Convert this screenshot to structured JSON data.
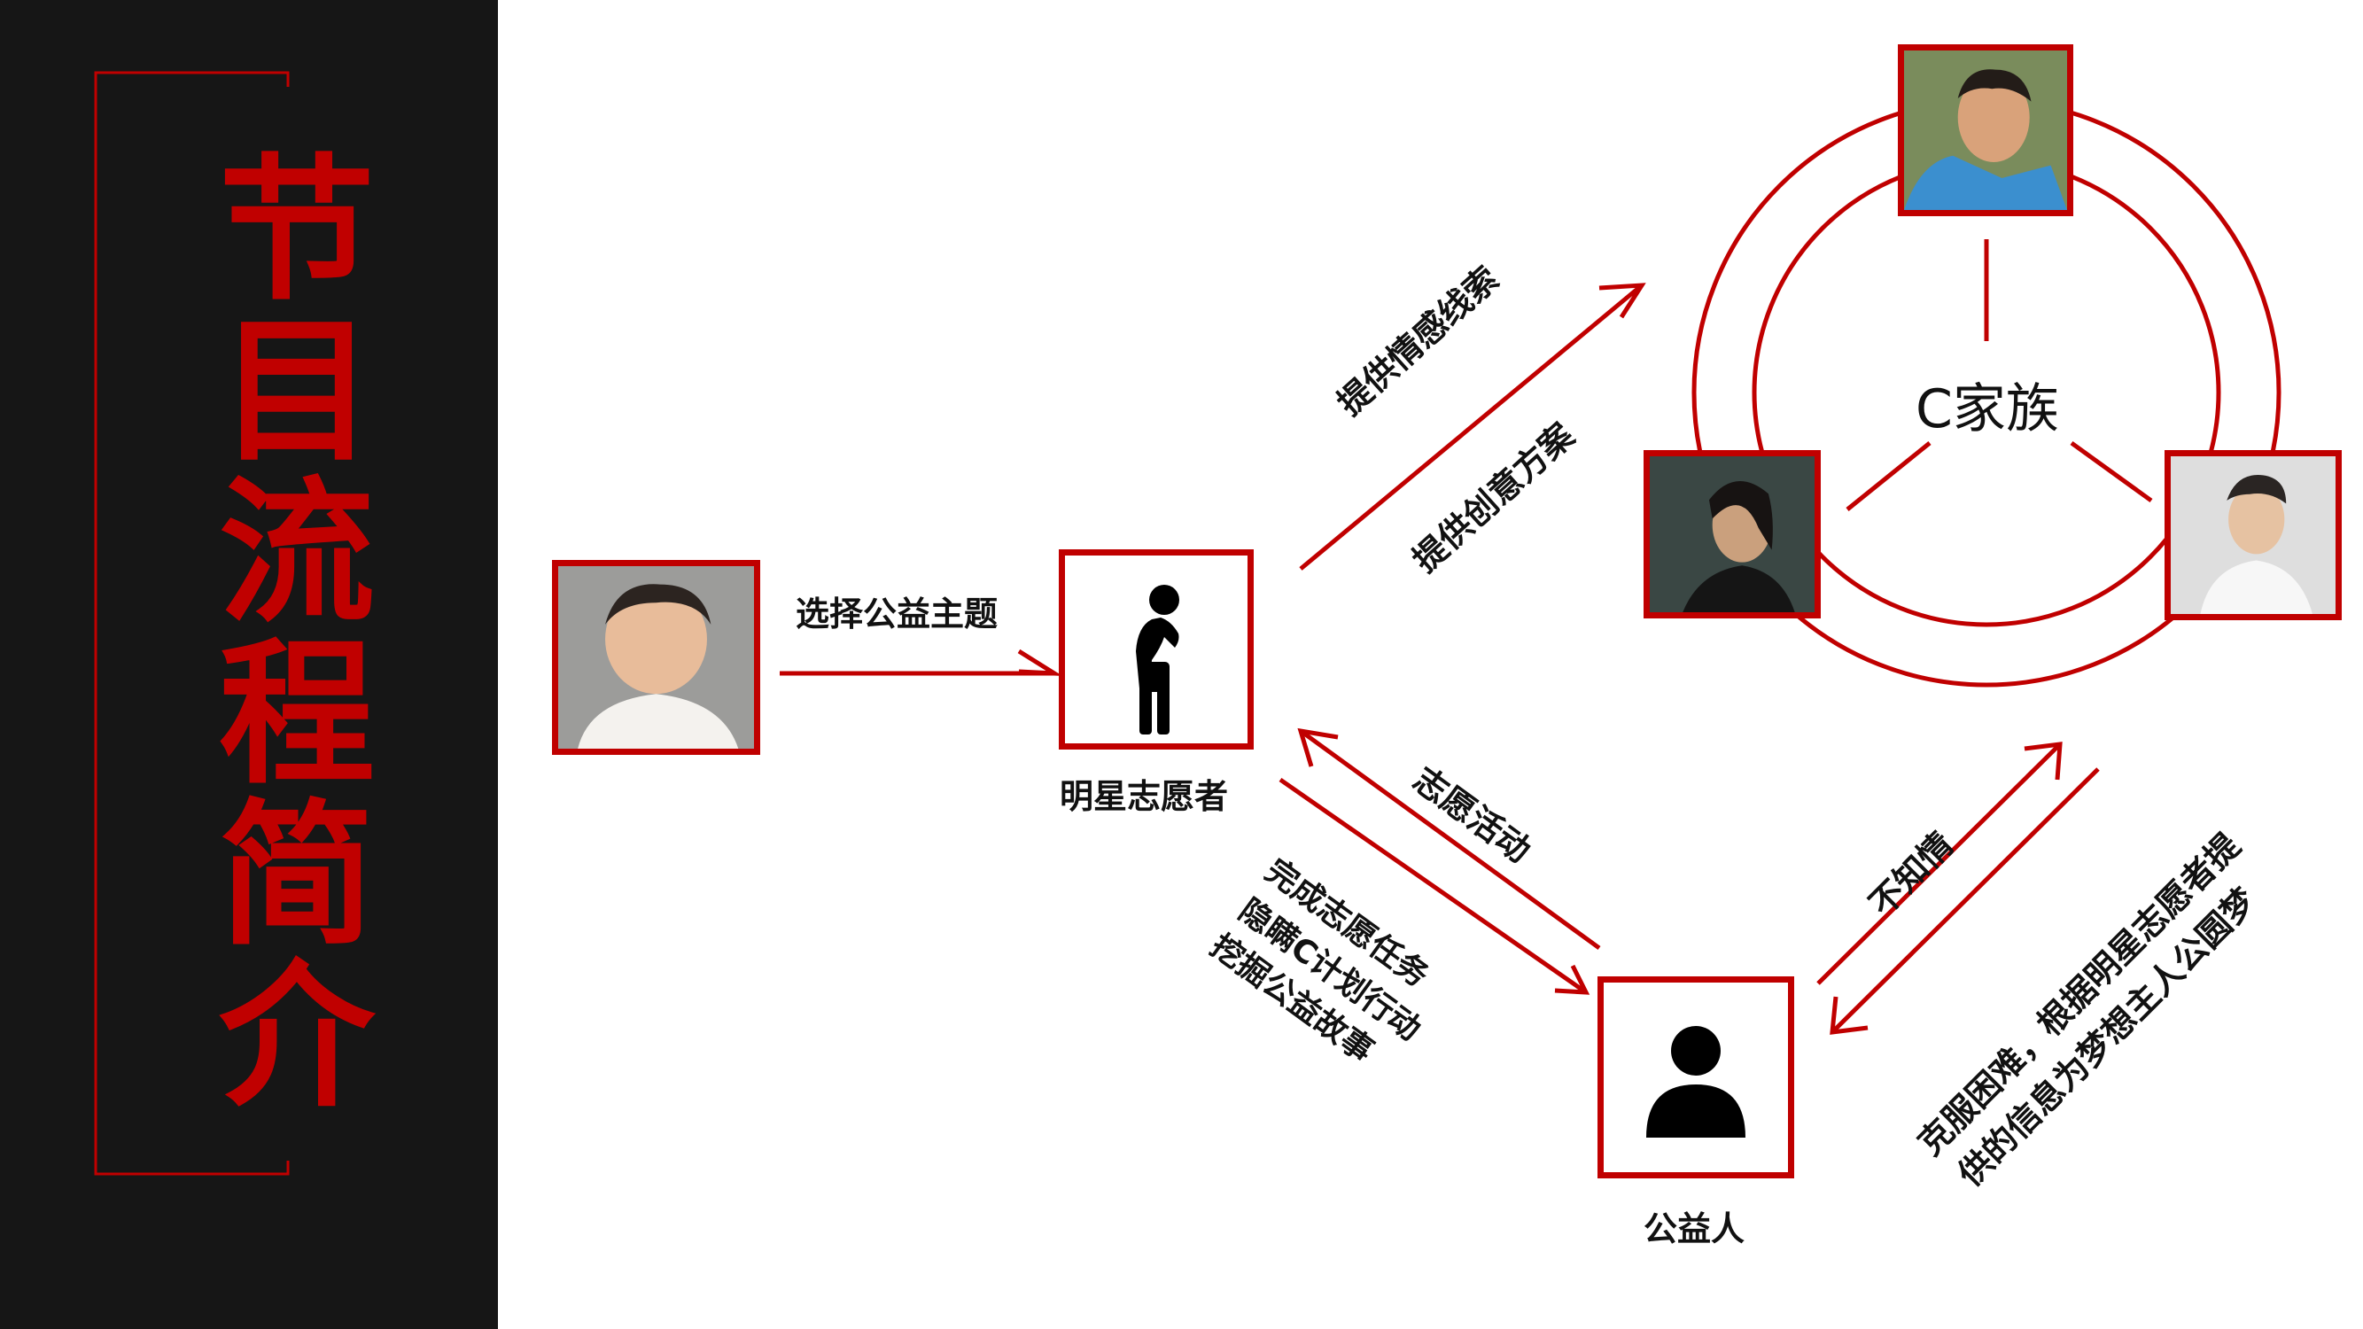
{
  "sidebar": {
    "title_chars": [
      "节",
      "目",
      "流",
      "程",
      "简",
      "介"
    ]
  },
  "labels": {
    "choose_theme": "选择公益主题",
    "star_volunteer": "明星志愿者",
    "public_welfare_person": "公益人",
    "family": "C家族",
    "emotion_clues": "提供情感线索",
    "creative_plan": "提供创意方案",
    "volunteer_activity": "志愿活动",
    "task_lines": [
      "完成志愿任务",
      "隐瞒C计划行动",
      "挖掘公益故事"
    ],
    "unaware": "不知情",
    "dream_lines": [
      "克服困难，根据明星志愿者提",
      "供的信息为梦想主人公圆梦"
    ]
  },
  "colors": {
    "accent": "#c00000",
    "sidebar_bg": "#161616",
    "text": "#111111"
  },
  "icons": {
    "volunteer": "thinking-person-icon",
    "beneficiary": "user-icon"
  }
}
